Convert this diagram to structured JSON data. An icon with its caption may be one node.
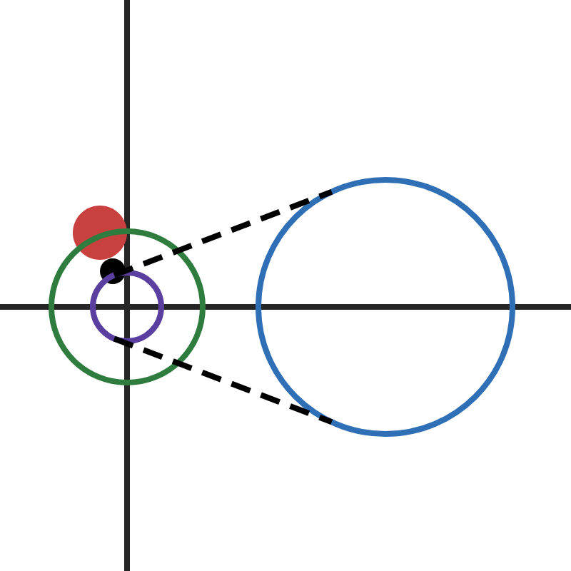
{
  "diagram": {
    "nodes": [
      {
        "text": [],
        "shape": "circle"
      },
      {
        "text": [],
        "shape": "circle"
      },
      {
        "text": [],
        "shape": "circle",
        "in": 1
      },
      {
        "text": [],
        "shape": "circle",
        "in": 1
      },
      {
        "text": [],
        "shape": "circle"
      }
    ],
    "edges": [
      {
        "from": 3,
        "to": 4,
        "arrow": "none",
        "style": "dashed"
      },
      {
        "from": 3,
        "to": 4,
        "arrow": "none",
        "style": "dashed"
      }
    ]
  }
}
